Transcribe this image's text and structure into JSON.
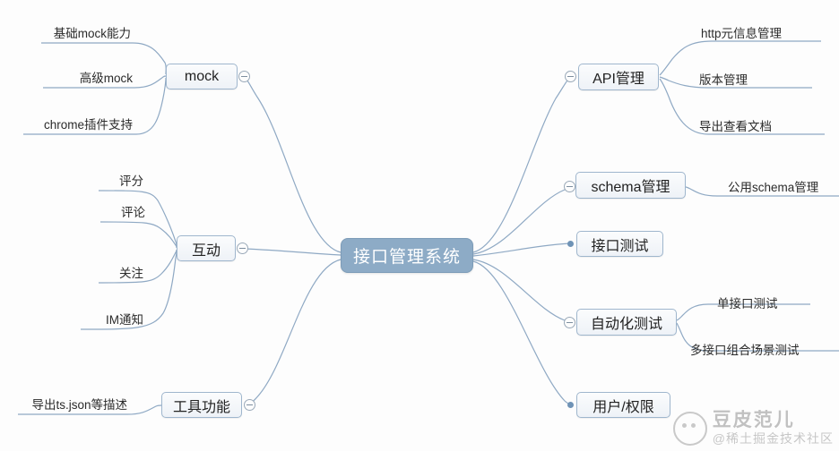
{
  "colors": {
    "background": "#fdfdfd",
    "root_fill": "#8dabc6",
    "root_text": "#ffffff",
    "branch_fill": "#eef2f7",
    "branch_border": "#9fb6cd",
    "edge": "#8fa9c4",
    "leaf_text": "#2b2b2b",
    "dot": "#6f93b6"
  },
  "root": {
    "label": "接口管理系统"
  },
  "branches": [
    {
      "id": "mock",
      "label": "mock",
      "side": "left",
      "marker": "collapse-toggle",
      "children": [
        {
          "label": "基础mock能力"
        },
        {
          "label": "高级mock"
        },
        {
          "label": "chrome插件支持"
        }
      ]
    },
    {
      "id": "interaction",
      "label": "互动",
      "side": "left",
      "marker": "collapse-toggle",
      "children": [
        {
          "label": "评分"
        },
        {
          "label": "评论"
        },
        {
          "label": "关注"
        },
        {
          "label": "IM通知"
        }
      ]
    },
    {
      "id": "tooling",
      "label": "工具功能",
      "side": "left",
      "marker": "collapse-toggle",
      "children": [
        {
          "label": "导出ts.json等描述"
        }
      ]
    },
    {
      "id": "api-management",
      "label": "API管理",
      "side": "right",
      "marker": "collapse-toggle",
      "children": [
        {
          "label": "http元信息管理"
        },
        {
          "label": "版本管理"
        },
        {
          "label": "导出查看文档"
        }
      ]
    },
    {
      "id": "schema-management",
      "label": "schema管理",
      "side": "right",
      "marker": "collapse-toggle",
      "children": [
        {
          "label": "公用schema管理"
        }
      ]
    },
    {
      "id": "interface-test",
      "label": "接口测试",
      "side": "right",
      "marker": "dot",
      "children": []
    },
    {
      "id": "automation-test",
      "label": "自动化测试",
      "side": "right",
      "marker": "collapse-toggle",
      "children": [
        {
          "label": "单接口测试"
        },
        {
          "label": "多接口组合场景测试"
        }
      ]
    },
    {
      "id": "user-permission",
      "label": "用户/权限",
      "side": "right",
      "marker": "dot",
      "children": []
    }
  ],
  "watermark": {
    "title": "豆皮范儿",
    "subtitle": "@稀土掘金技术社区"
  }
}
